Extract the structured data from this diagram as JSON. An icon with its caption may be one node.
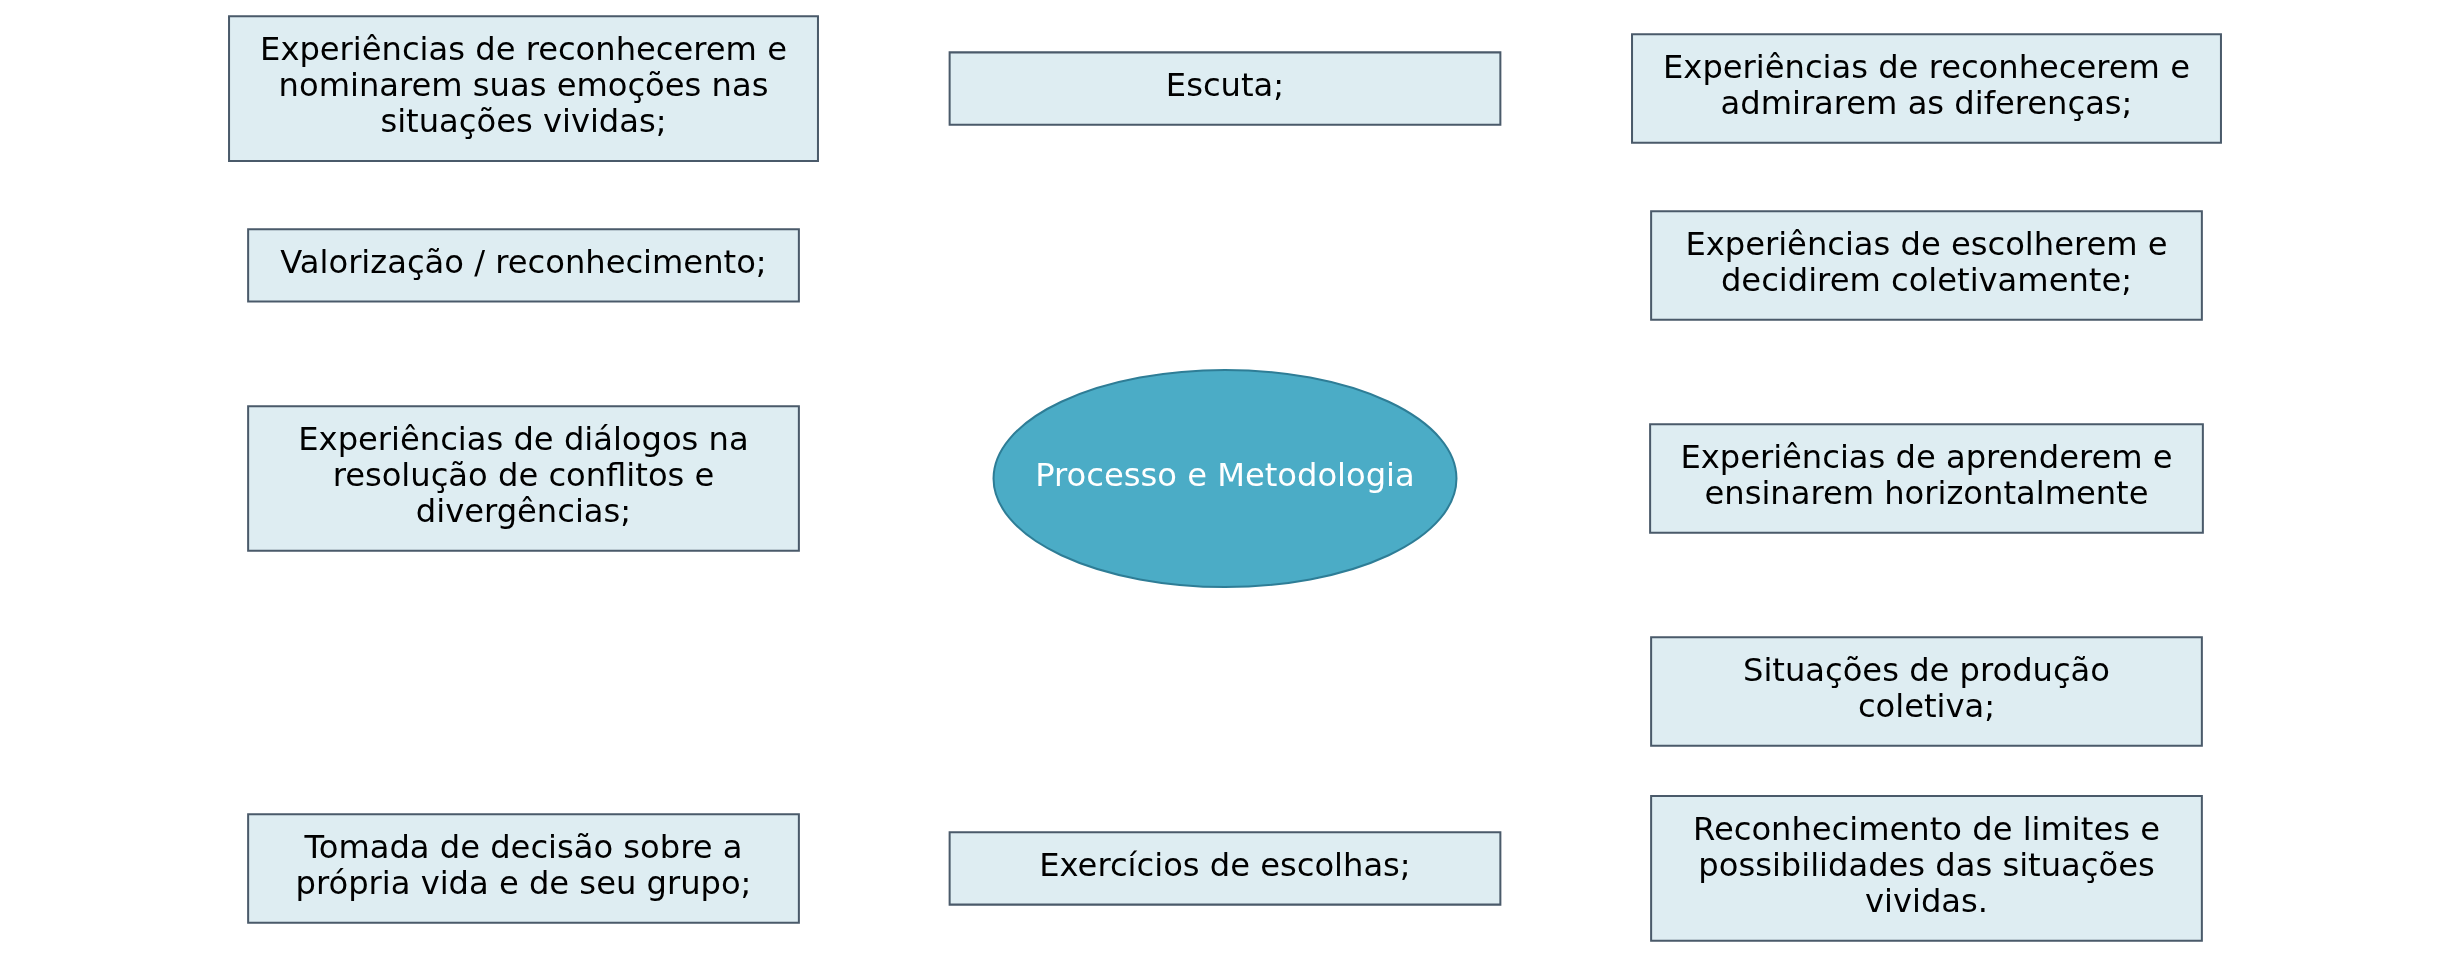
{
  "diagram": {
    "nodes": [
      {
        "text": [
          "Experiências de reconhecerem e nominarem suas emoções nas situações vividas;"
        ]
      },
      {
        "text": [
          "Escuta;"
        ]
      },
      {
        "text": [
          "Experiências de reconhecerem e admirarem as diferenças;"
        ]
      },
      {
        "text": [
          "Experiências de escolherem e decidirem coletivamente;"
        ]
      },
      {
        "text": [
          "Valorização / reconhecimento;"
        ]
      },
      {
        "text": [
          "Experiências de aprenderem e ensinarem horizontalmente"
        ]
      },
      {
        "text": [
          "Processo e Metodologia"
        ]
      },
      {
        "text": [
          "Experiências de diálogos na resolução de conflitos e divergências;"
        ]
      },
      {
        "text": [
          "Situações de produção coletiva;"
        ]
      },
      {
        "text": [
          "Reconhecimento de limites e possibilidades das situações vividas."
        ]
      },
      {
        "text": [
          "Tomada de decisão sobre a própria vida e de seu grupo;"
        ]
      },
      {
        "text": [
          "Exercícios de escolhas;"
        ]
      }
    ],
    "edges": []
  }
}
